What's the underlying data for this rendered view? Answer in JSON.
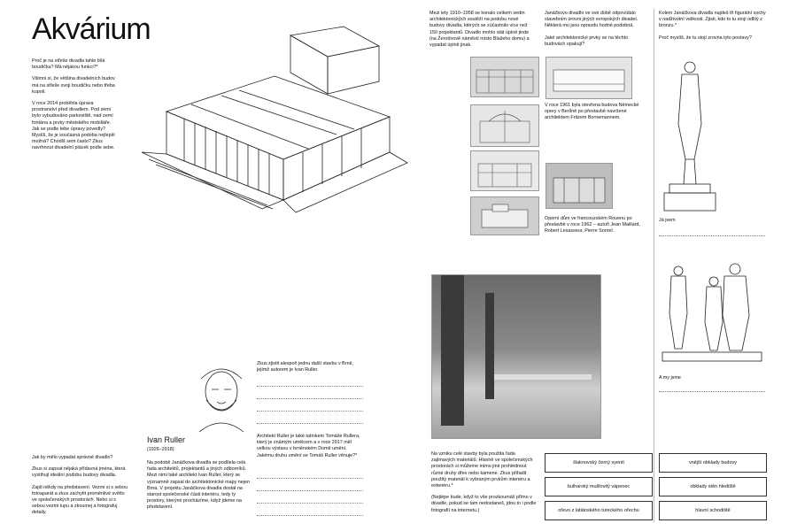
{
  "title": "Akvárium",
  "left_col": {
    "p1": "Proč je na střeše divadla tahle bílá boudička? Má nějakou funkci?*",
    "p2": "Všimni si, že většina divadelních budov má na střeše svoji boudičku nebo třeba kupoli.",
    "p3": "V roce 2014 proběhla úprava prostranství před divadlem. Pod zemí bylo vybudováno parkoviště, nad zemí fontána a prvky městského mobiliáře. Jak se podle tebe úpravy povedly? Myslíš, že je současná podoba nejlepší možná? Chodíš sem často? Zkus navrhnout divadelní plácek podle sebe."
  },
  "bottom_left": {
    "p1": "Jak by mělo vypadat správné divadlo?",
    "p2": "Zkus si zapsat nějaká přídavná jména, která vystihují ideální podobu budovy divadla.",
    "p3": "Zajdi někdy na představení. Vezmi si s sebou fotoaparát a zkus zachytit proměnlivé světlo ve společenských prostorách. Nebo si s sebou vezmi lupu a zkoumej a fotografuj detaily."
  },
  "ruller": {
    "name": "Ivan Ruller",
    "years": "(1926–2018)",
    "bio": "Na podobě Janáčkova divadla se podílela celá řada architektů, projektantů a jiných odborníků. Mezi nimi také architekt Ivan Ruller, který se významně zapsal do architektonické mapy nejen Brna. V projektu Janáčkova divadla dostal na starost společenské části interiéru, tedy ty prostory, kterými procházíme, když jdeme na představení.",
    "q1": "Zkus zjistit alespoň jednu další stavbu v Brně, jejímž autorem je Ivan Ruller.",
    "q2": "Architekt Ruller je také tatínkem Tomáše Rullera, který je známým umělcem a v roce 2017 měl velkou výstavu v brněnském Domě umění. Jakému druhu umění se Tomáš Ruller věnuje?*"
  },
  "col3": {
    "text": "Mezi lety 1910–1958 se konalo celkem sedm architektonických soutěží na podobu nové budovy divadla, kterých se zúčastnilo více než 150 projektantů. Divadlo mohlo stát úplně jinde (na Žerotínově náměstí místo Blažeho domu) a vypadat úplně jinak."
  },
  "col4": {
    "p1": "Janáčkovo divadlo ve své době odpovídalo stavebním úrovni jiných evropských divadel. Některá mu jsou opravdu hodně podobná.",
    "p2": "Jaké architektonické prvky se na těchto budovách opakují?",
    "p3": "V roce 1961 byla otevřena budova Německé opery v Berlíně po přestavbě navržené architektem Fritzem Bornemannem.",
    "p4": "Operní dům ve francouzském Rouenu po přestavbě v roce 1962 – autoři Jean Maillard, Robert Lesasseur, Pierre Sonrel."
  },
  "col5": {
    "p1": "Kolem Janáčkova divadla najdeš tři figurální sochy v nadživotní velikosti. Zjisti, kdo to tu stojí odlitý z bronzu.*",
    "p2": "Proč myslíš, že tu stojí zrovna tyto postavy?",
    "label1": "Já jsem",
    "label2": "A my jsme"
  },
  "materials": {
    "text": "Na vzniku celé stavby byla použita řada zajímavých materiálů. Hlavně ve společenských prostorách si můžeme mimo jiné prohlédnout různé druhy dřev nebo kamene. Zkus přiřadit použitý materiál k vybraným prvkům interiéru a exteriéru.*",
    "note": "(Nejlépe bude, když to vše prozkoumáš přímo v divadle, pokud se tam nedostaneš, jdou to i podle fotografií na internetu.)",
    "left": [
      "šlaknovský černý syenit",
      "bulharský mušlovitý vápenec",
      "ořevo z latiánského tureckého ořechu"
    ],
    "right": [
      "vnější obklady budovy",
      "obklady stěn hlediště",
      "hlavní schodiště"
    ]
  }
}
